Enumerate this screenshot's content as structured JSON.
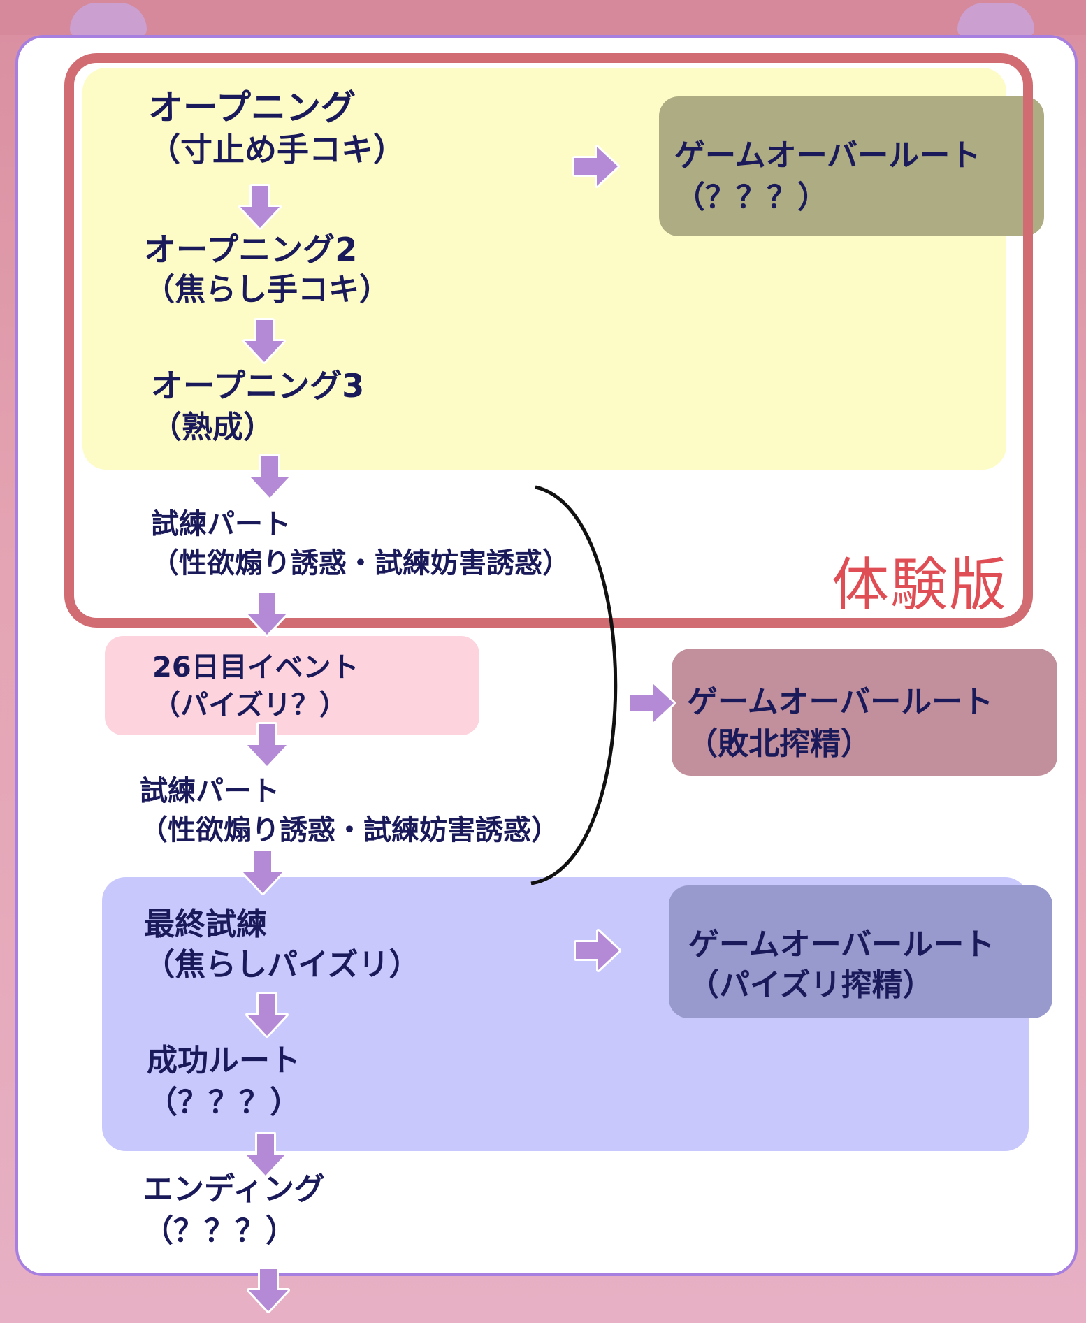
{
  "trial_label": "体験版",
  "nodes": [
    {
      "line1": "オープニング",
      "line2": "（寸止め手コキ）"
    },
    {
      "line1": "オープニング2",
      "line2": "（焦らし手コキ）"
    },
    {
      "line1": "オープニング3",
      "line2": "（熟成）"
    },
    {
      "line1": "試練パート",
      "line2": "（性欲煽り誘惑・試練妨害誘惑）"
    },
    {
      "line1": "26日目イベント",
      "line2": "（パイズリ？）"
    },
    {
      "line1": "試練パート",
      "line2": "（性欲煽り誘惑・試練妨害誘惑）"
    },
    {
      "line1": "最終試練",
      "line2": "（焦らしパイズリ）"
    },
    {
      "line1": "成功ルート",
      "line2": "（？？？）"
    },
    {
      "line1": "エンディング",
      "line2": "（？？？）"
    }
  ],
  "game_over": [
    {
      "line1": "ゲームオーバールート",
      "line2": "（？？？）"
    },
    {
      "line1": "ゲームオーバールート",
      "line2": "（敗北搾精）"
    },
    {
      "line1": "ゲームオーバールート",
      "line2": "（パイズリ搾精）"
    }
  ],
  "colors": {
    "arrow": "#b48ad6",
    "trial_border": "#d16d72",
    "trial_label": "#e04e55",
    "text": "#1a1a5a",
    "card_border": "#a77fe0"
  }
}
